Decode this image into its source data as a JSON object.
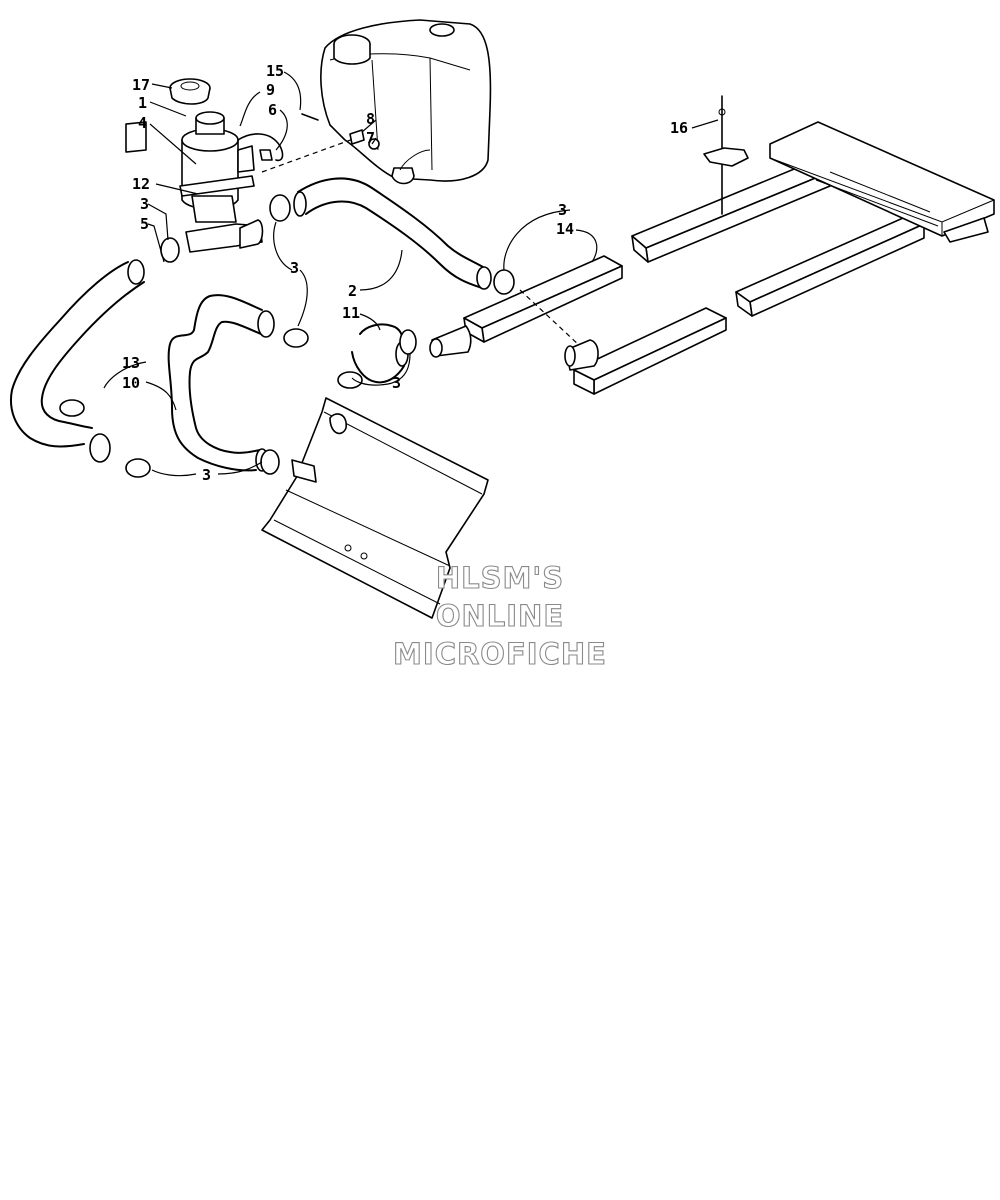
{
  "callouts": {
    "c1": "1",
    "c2": "2",
    "c3a": "3",
    "c3b": "3",
    "c3c": "3",
    "c3d": "3",
    "c3e": "3",
    "c4": "4",
    "c5": "5",
    "c6": "6",
    "c7": "7",
    "c8": "8",
    "c9": "9",
    "c10": "10",
    "c11": "11",
    "c12": "12",
    "c13": "13",
    "c14": "14",
    "c15": "15",
    "c16": "16",
    "c17": "17"
  },
  "watermark": {
    "line1": "HLSM'S",
    "line2": "ONLINE",
    "line3": "MICROFICHE"
  }
}
